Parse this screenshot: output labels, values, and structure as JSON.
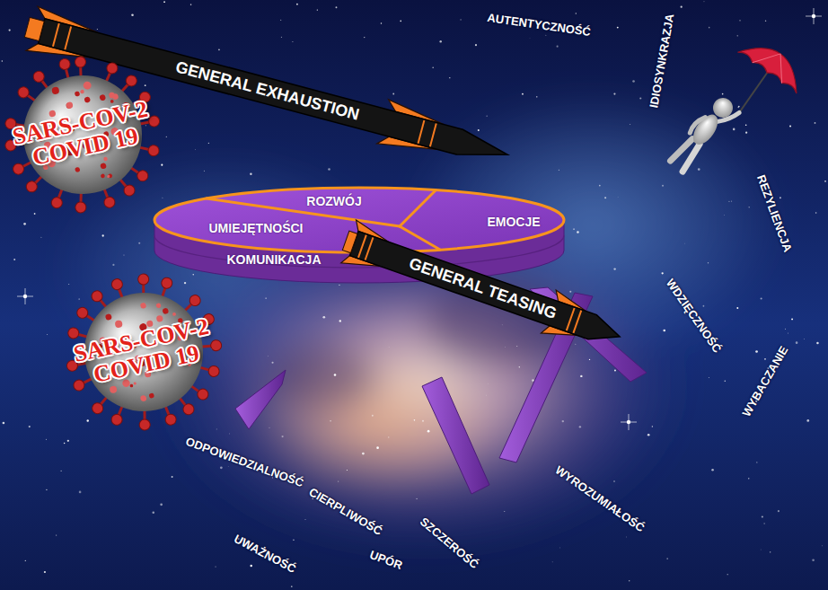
{
  "diagram": {
    "nodes": [
      {
        "text": [
          "GENERAL EXHAUSTION"
        ]
      },
      {
        "text": [
          "SARS-COV-2 COVID 19"
        ]
      },
      {
        "text": [
          "ROZWÓJ"
        ]
      },
      {
        "text": [
          "UMIEJĘTNOŚCI"
        ]
      },
      {
        "text": [
          "EMOCJE"
        ]
      },
      {
        "text": [
          "KOMUNIKACJA"
        ]
      },
      {
        "text": [
          "GENERAL TEASING"
        ]
      },
      {
        "text": [
          "SARS-COV-2 COVID 19"
        ]
      }
    ],
    "labels": [
      "AUTENTYCZNOŚĆ",
      "IDIOSYNKRAZJA",
      "REZYLIENCJA",
      "WDZIĘCZNOŚĆ",
      "WYBACZANIE",
      "WYROZUMIAŁOŚĆ",
      "SZCZEROŚĆ",
      "UPÓR",
      "CIERPLIWOŚĆ",
      "ODPOWIEDZIALNOŚĆ",
      "UWAŻNOŚĆ"
    ]
  }
}
